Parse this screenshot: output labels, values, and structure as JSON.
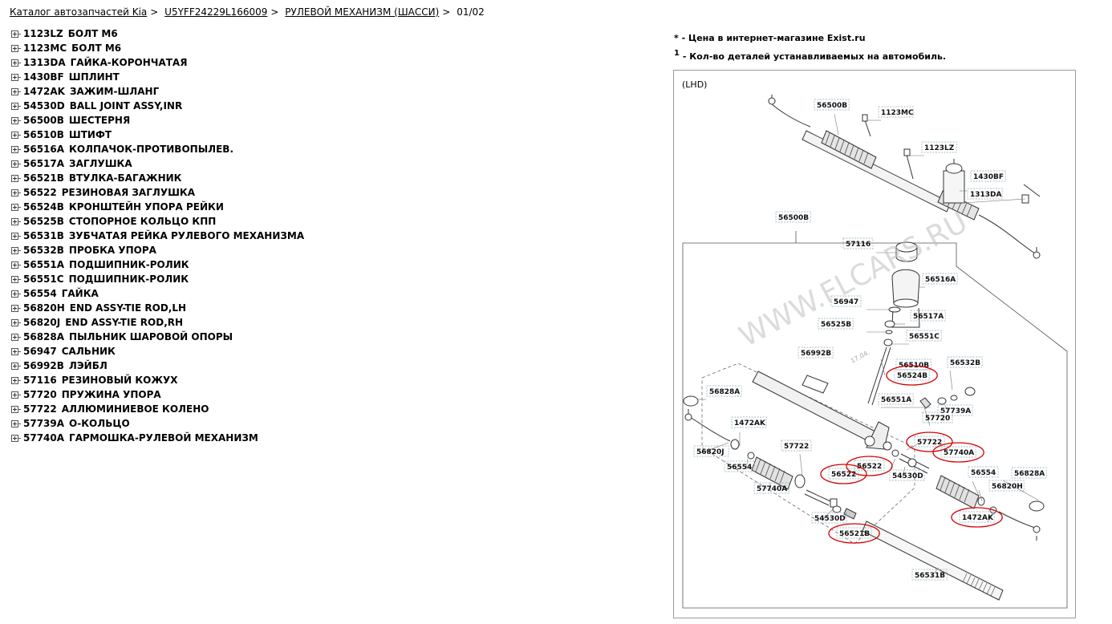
{
  "breadcrumb": {
    "catalog": "Каталог автозапчастей Kia",
    "vin": "U5YFF24229L166009",
    "section": "РУЛЕВОЙ МЕХАНИЗМ (ШАССИ)",
    "page": "01/02",
    "separator": ">"
  },
  "parts": [
    {
      "code": "1123LZ",
      "name": "БОЛТ M6"
    },
    {
      "code": "1123MC",
      "name": "БОЛТ M6"
    },
    {
      "code": "1313DA",
      "name": "ГАЙКА-КОРОНЧАТАЯ"
    },
    {
      "code": "1430BF",
      "name": "ШПЛИНТ"
    },
    {
      "code": "1472AK",
      "name": "ЗАЖИМ-ШЛАНГ"
    },
    {
      "code": "54530D",
      "name": "BALL JOINT ASSY,INR"
    },
    {
      "code": "56500B",
      "name": "ШЕСТЕРНЯ"
    },
    {
      "code": "56510B",
      "name": "ШТИФТ"
    },
    {
      "code": "56516A",
      "name": "КОЛПАЧОК-ПРОТИВОПЫЛЕВ."
    },
    {
      "code": "56517A",
      "name": "ЗАГЛУШКА"
    },
    {
      "code": "56521B",
      "name": "ВТУЛКА-БАГАЖНИК"
    },
    {
      "code": "56522",
      "name": "РЕЗИНОВАЯ ЗАГЛУШКА"
    },
    {
      "code": "56524B",
      "name": "КРОНШТЕЙН УПОРА РЕЙКИ"
    },
    {
      "code": "56525B",
      "name": "СТОПОРНОЕ КОЛЬЦО КПП"
    },
    {
      "code": "56531B",
      "name": "ЗУБЧАТАЯ РЕЙКА РУЛЕВОГО МЕХАНИЗМА"
    },
    {
      "code": "56532B",
      "name": "ПРОБКА УПОРА"
    },
    {
      "code": "56551A",
      "name": "ПОДШИПНИК-РОЛИК"
    },
    {
      "code": "56551C",
      "name": "ПОДШИПНИК-РОЛИК"
    },
    {
      "code": "56554",
      "name": "ГАЙКА"
    },
    {
      "code": "56820H",
      "name": "END ASSY-TIE ROD,LH"
    },
    {
      "code": "56820J",
      "name": "END ASSY-TIE ROD,RH"
    },
    {
      "code": "56828A",
      "name": "ПЫЛЬНИК ШАРОВОЙ ОПОРЫ"
    },
    {
      "code": "56947",
      "name": "САЛЬНИК"
    },
    {
      "code": "56992B",
      "name": "ЛЭЙБЛ"
    },
    {
      "code": "57116",
      "name": "РЕЗИНОВЫЙ КОЖУХ"
    },
    {
      "code": "57720",
      "name": "ПРУЖИНА УПОРА"
    },
    {
      "code": "57722",
      "name": "АЛЛЮМИНИЕВОЕ КОЛЕНО"
    },
    {
      "code": "57739A",
      "name": "О-КОЛЬЦО"
    },
    {
      "code": "57740A",
      "name": "ГАРМОШКА-РУЛЕВОЙ МЕХАНИЗМ"
    }
  ],
  "notes": {
    "price_marker": "*",
    "price_text": "- Цена в интернет-магазине Exist.ru",
    "qty_marker": "1",
    "qty_text": "- Кол-во деталей устанавливаемых на автомобиль."
  },
  "diagram": {
    "variant": "(LHD)",
    "watermark": "WWW.FLCARS.RU",
    "stamp": "17.04.",
    "highlight_color": "#d40000",
    "labels": [
      {
        "code": "56500B"
      },
      {
        "code": "1123MC"
      },
      {
        "code": "1123LZ"
      },
      {
        "code": "1430BF"
      },
      {
        "code": "1313DA"
      },
      {
        "code": "56500B"
      },
      {
        "code": "57116"
      },
      {
        "code": "56516A"
      },
      {
        "code": "56947"
      },
      {
        "code": "56517A"
      },
      {
        "code": "56525B"
      },
      {
        "code": "56551C"
      },
      {
        "code": "56992B"
      },
      {
        "code": "56510B"
      },
      {
        "code": "56532B"
      },
      {
        "code": "56524B",
        "highlight": true
      },
      {
        "code": "56828A"
      },
      {
        "code": "56551A"
      },
      {
        "code": "57739A"
      },
      {
        "code": "57720"
      },
      {
        "code": "1472AK"
      },
      {
        "code": "57722",
        "highlight": true
      },
      {
        "code": "56820J"
      },
      {
        "code": "56522",
        "highlight": true
      },
      {
        "code": "57740A",
        "highlight": true
      },
      {
        "code": "57722"
      },
      {
        "code": "56554"
      },
      {
        "code": "54530D"
      },
      {
        "code": "56554"
      },
      {
        "code": "56828A"
      },
      {
        "code": "56522",
        "highlight": true
      },
      {
        "code": "56820H"
      },
      {
        "code": "57740A"
      },
      {
        "code": "1472AK",
        "highlight": true
      },
      {
        "code": "54530D"
      },
      {
        "code": "56521B",
        "highlight": true
      },
      {
        "code": "56531B"
      }
    ]
  }
}
